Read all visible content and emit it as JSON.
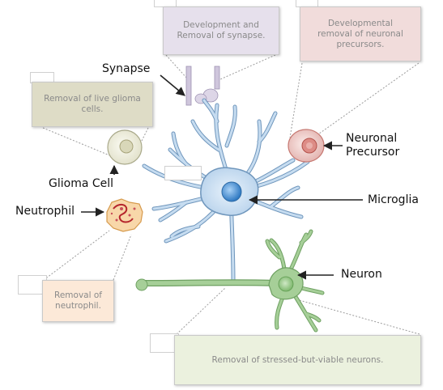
{
  "colors": {
    "microglia_fill": "#c6dcf0",
    "microglia_stroke": "#5d86ad",
    "neuron_fill": "#a6cf98",
    "neuron_stroke": "#6ea061",
    "synapse_box": "#e6e0ec",
    "precursor_box": "#f1dcdb",
    "glioma_box": "#dedcc6",
    "neutrophil_box": "#fce9d8",
    "neuron_box": "#ebf1de"
  },
  "boxes": {
    "synapse_removal": "Development and\nRemoval of synapse.",
    "precursor_removal": "Developmental\nremoval of neuronal\nprecursors.",
    "glioma_removal": "Removal of live glioma\ncells.",
    "neutrophil_removal": "Removal of\nneutrophil.",
    "neuron_removal": "Removal of stressed-but-viable neurons."
  },
  "labels": {
    "synapse": "Synapse",
    "neuronal_precursor": "Neuronal\nPrecursor",
    "glioma_cell": "Glioma Cell",
    "neutrophil": "Neutrophil",
    "microglia": "Microglia",
    "neuron": "Neuron"
  }
}
